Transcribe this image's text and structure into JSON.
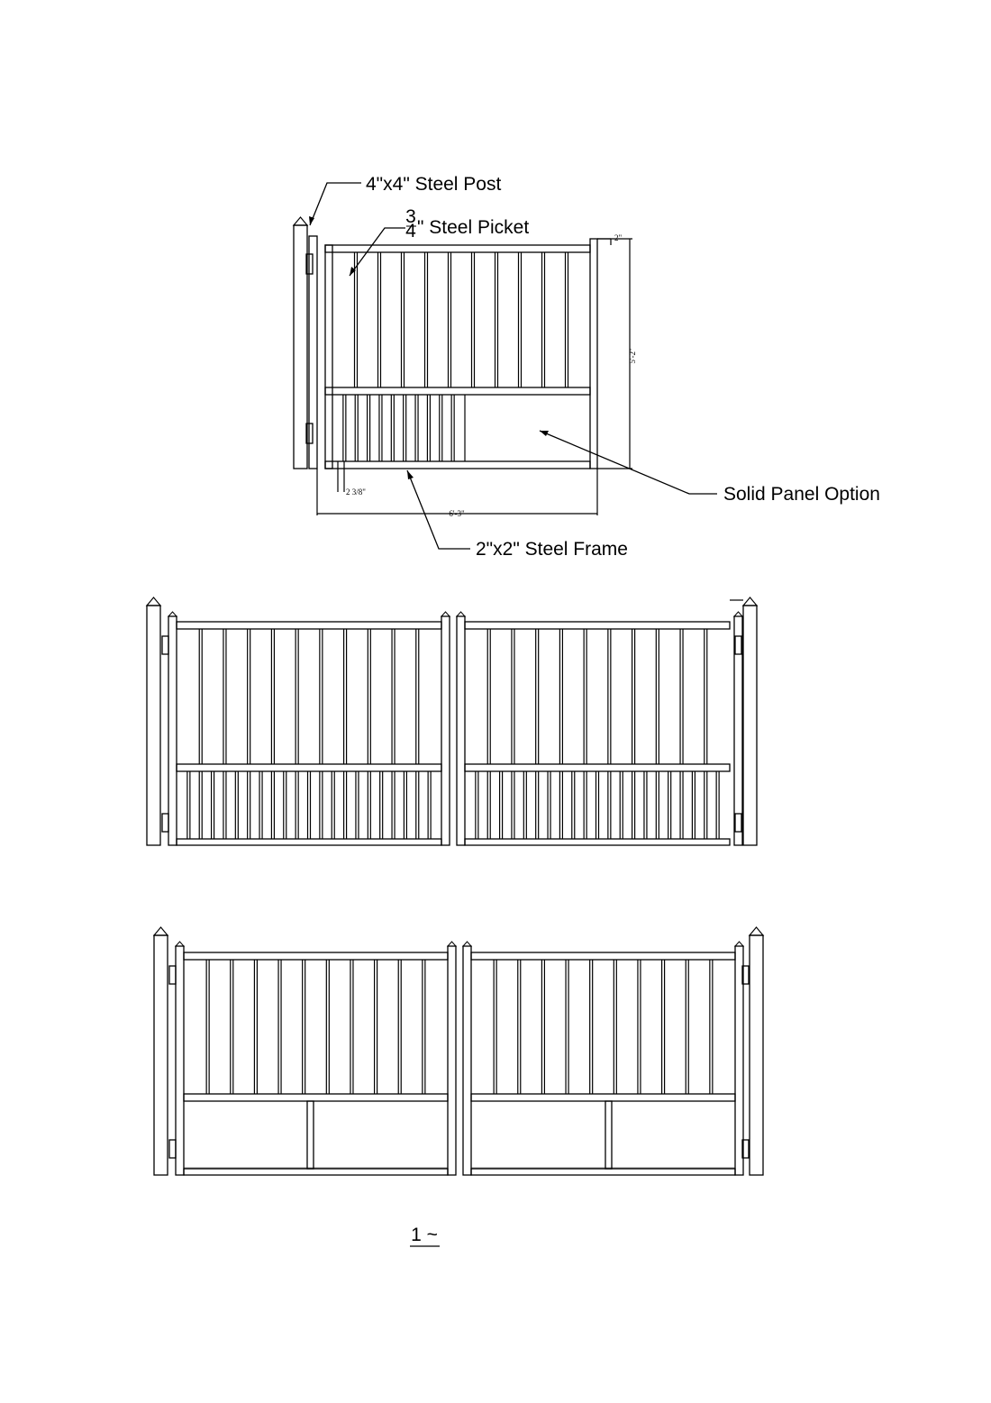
{
  "callouts": {
    "post": "4\"x4\" Steel Post",
    "picket_numerator": "3",
    "picket_denominator": "4",
    "picket_suffix": "\" Steel Picket",
    "solid_panel": "Solid Panel Option",
    "frame": "2\"x2\" Steel Frame"
  },
  "dimensions": {
    "top_offset": "2\"",
    "height": "5'-2\"",
    "picket_spacing": "2 3/8\"",
    "width": "6'-3\""
  },
  "page_number": "1 ~"
}
